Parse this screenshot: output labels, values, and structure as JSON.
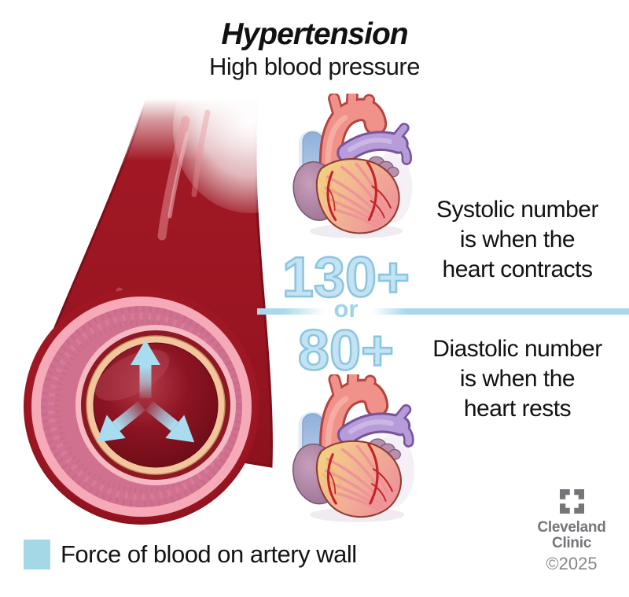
{
  "header": {
    "title": "Hypertension",
    "subtitle": "High blood pressure"
  },
  "reading": {
    "systolic_value": "130+",
    "or_label": "or",
    "diastolic_value": "80+",
    "systolic_caption_line1": "Systolic number",
    "systolic_caption_line2": "is when the",
    "systolic_caption_line3": "heart contracts",
    "diastolic_caption_line1": "Diastolic number",
    "diastolic_caption_line2": "is when the",
    "diastolic_caption_line3": "heart rests"
  },
  "legend": {
    "label": "Force of blood on artery wall",
    "swatch_color": "#a5d8e6"
  },
  "branding": {
    "org_line1": "Cleveland",
    "org_line2": "Clinic",
    "copyright": "©2025"
  },
  "illustrations": {
    "artery_icon": "artery-cross-section-with-outward-pressure-arrows",
    "heart_icon": "anatomical-heart",
    "accent_blue": "#a9d9ea",
    "number_fill": "#c3e2f3",
    "number_outline": "#8ac5e0",
    "blood_dark_red": "#8e1824",
    "artery_wall_pink": "#f6aab8",
    "branding_gray": "#75767a"
  }
}
